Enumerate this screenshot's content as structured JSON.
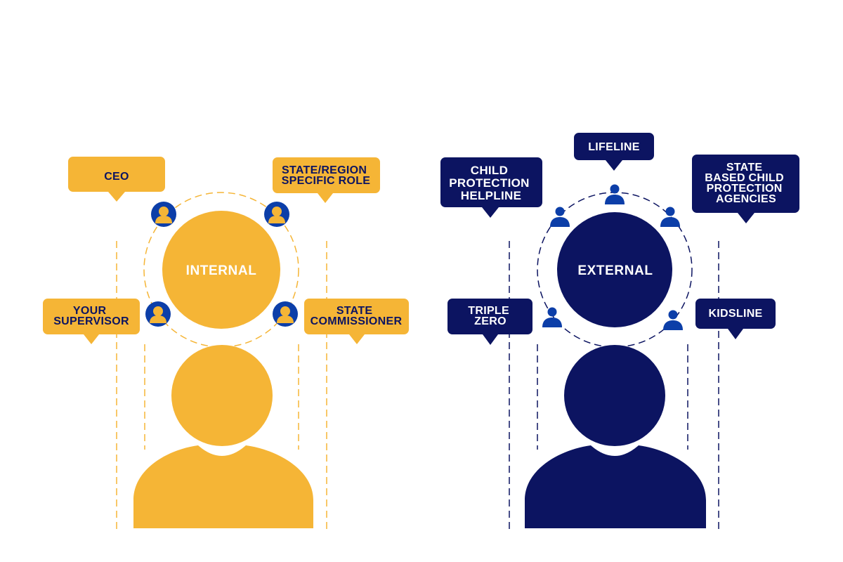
{
  "colors": {
    "internal": "#f5b536",
    "external": "#0c1461",
    "internal_text": "#0c1461",
    "external_text": "#ffffff",
    "center_text": "#ffffff",
    "icon_blue": "#0c3ea8",
    "background": "#ffffff"
  },
  "internal": {
    "label": "INTERNAL",
    "bubbles": {
      "ceo": [
        "CEO"
      ],
      "state_region": [
        "STATE/REGION",
        "SPECIFIC ROLE"
      ],
      "supervisor": [
        "YOUR",
        "SUPERVISOR"
      ],
      "commissioner": [
        "STATE",
        "COMMISSIONER"
      ]
    }
  },
  "external": {
    "label": "EXTERNAL",
    "bubbles": {
      "lifeline": [
        "LIFELINE"
      ],
      "helpline": [
        "CHILD",
        "PROTECTION",
        "HELPLINE"
      ],
      "agencies": [
        "STATE",
        "BASED CHILD",
        "PROTECTION",
        "AGENCIES"
      ],
      "triple_zero": [
        "TRIPLE",
        "ZERO"
      ],
      "kidsline": [
        "KIDSLINE"
      ]
    }
  },
  "icons": {
    "person": "person-icon"
  }
}
